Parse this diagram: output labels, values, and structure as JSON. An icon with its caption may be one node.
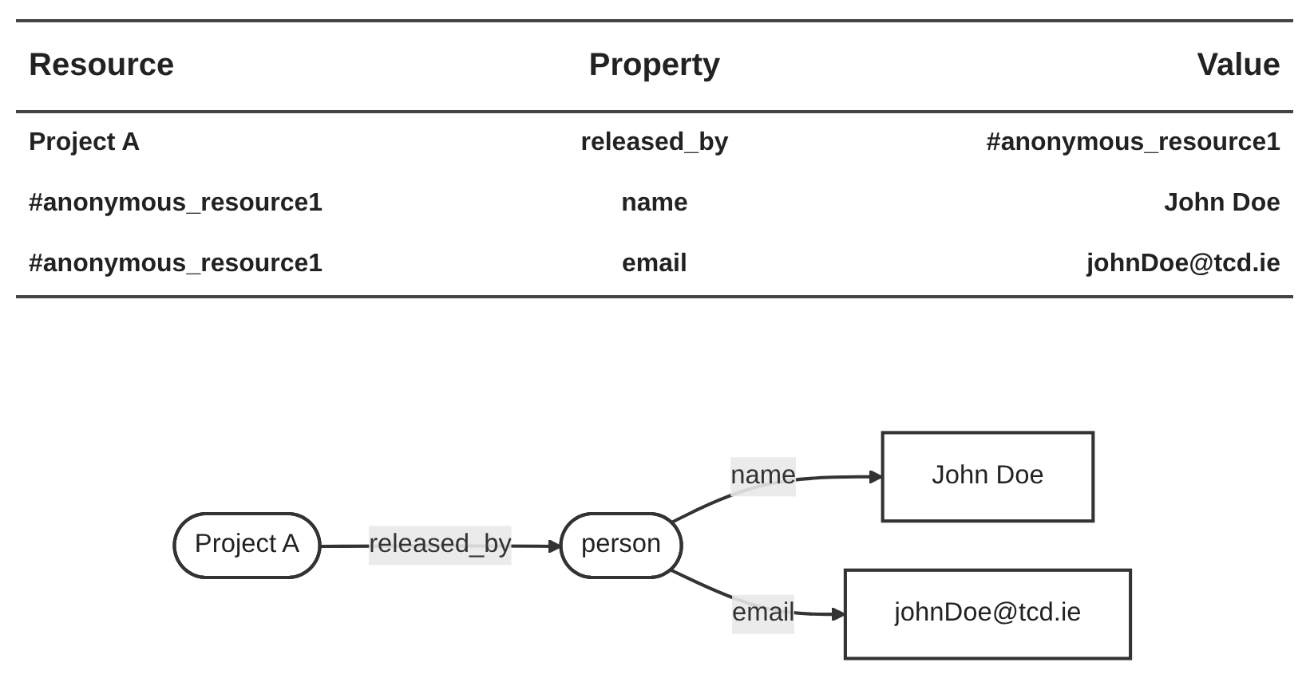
{
  "diagram": {
    "nodes": [
      {
        "text": [
          "Project A"
        ]
      },
      {
        "text": [
          "person"
        ]
      },
      {
        "text": [
          "John Doe"
        ]
      },
      {
        "text": [
          "johnDoe@tcd.ie"
        ]
      }
    ],
    "edges": [
      {
        "from": 0,
        "to": 1,
        "arrow": "to",
        "label": "released_by"
      },
      {
        "from": 1,
        "to": 2,
        "arrow": "to",
        "label": "name"
      },
      {
        "from": 1,
        "to": 3,
        "arrow": "to",
        "label": "email"
      }
    ],
    "labels": [
      "Resource",
      "Property",
      "Value",
      "Project A",
      "released_by",
      "#anonymous_resource1",
      "#anonymous_resource1",
      "name",
      "John Doe",
      "#anonymous_resource1",
      "email",
      "johnDoe@tcd.ie"
    ]
  }
}
